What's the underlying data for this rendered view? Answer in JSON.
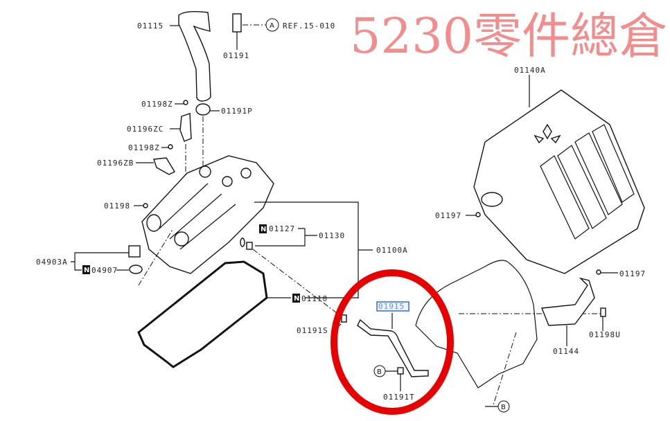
{
  "watermark": "5230零件總倉",
  "reference": {
    "marker": "A",
    "text": "REF.15-010"
  },
  "callouts": {
    "l01115": "01115",
    "l01191": "01191",
    "l01198Z_a": "01198Z",
    "l01191P": "01191P",
    "l01196ZC": "01196ZC",
    "l01198Z_b": "01198Z",
    "l01196ZB": "01196ZB",
    "l01198": "01198",
    "l01127": "01127",
    "l01130": "01130",
    "l01100A": "01100A",
    "l04903A": "04903A",
    "l04907": "04907",
    "l01110": "01110",
    "l01191S": "01191S",
    "l01915": "01915",
    "l01191T": "01191T",
    "l01140A": "01140A",
    "l01197_a": "01197",
    "l01197_b": "01197",
    "l01198U": "01198U",
    "l01144": "01144"
  },
  "markers": {
    "n": "N",
    "b": "B"
  },
  "colors": {
    "highlight_circle": "#e60000",
    "selected_box": "#2a6fd6",
    "watermark": "#e83030"
  },
  "selected_part": "01915"
}
